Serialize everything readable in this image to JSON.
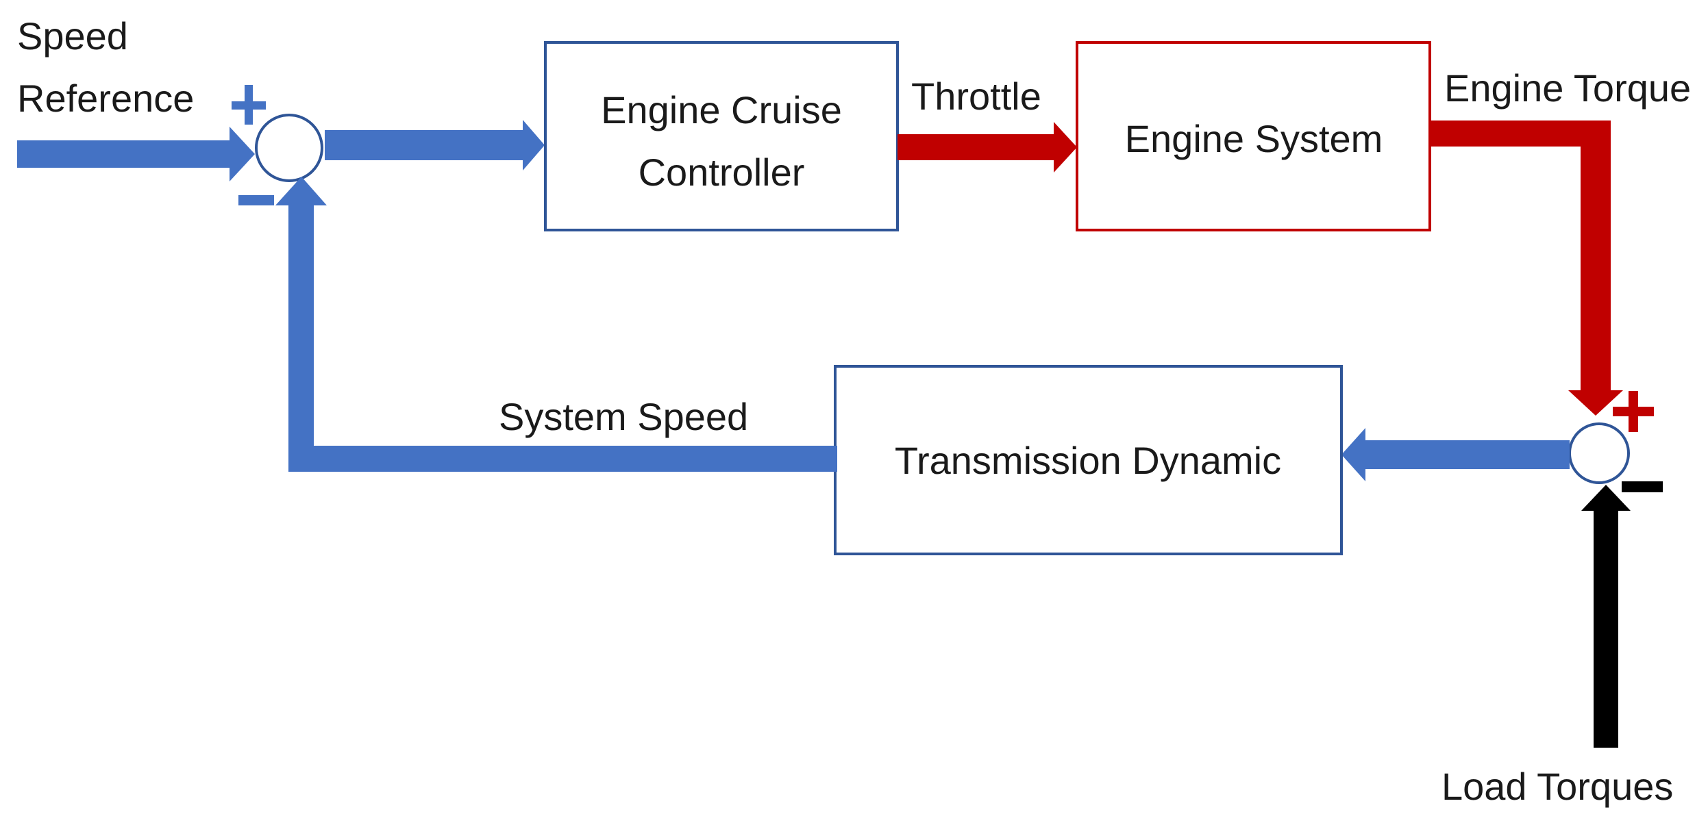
{
  "blocks": {
    "cruise_controller": {
      "line1": "Engine Cruise",
      "line2": "Controller"
    },
    "engine_system": "Engine System",
    "transmission_dynamic": "Transmission Dynamic"
  },
  "signals": {
    "speed_reference_line1": "Speed",
    "speed_reference_line2": "Reference",
    "throttle": "Throttle",
    "engine_torque": "Engine Torque",
    "system_speed": "System Speed",
    "load_torques": "Load Torques"
  },
  "colors": {
    "blue": "#4472C4",
    "box_blue": "#2F5597",
    "red": "#C00000",
    "black": "#000000"
  }
}
